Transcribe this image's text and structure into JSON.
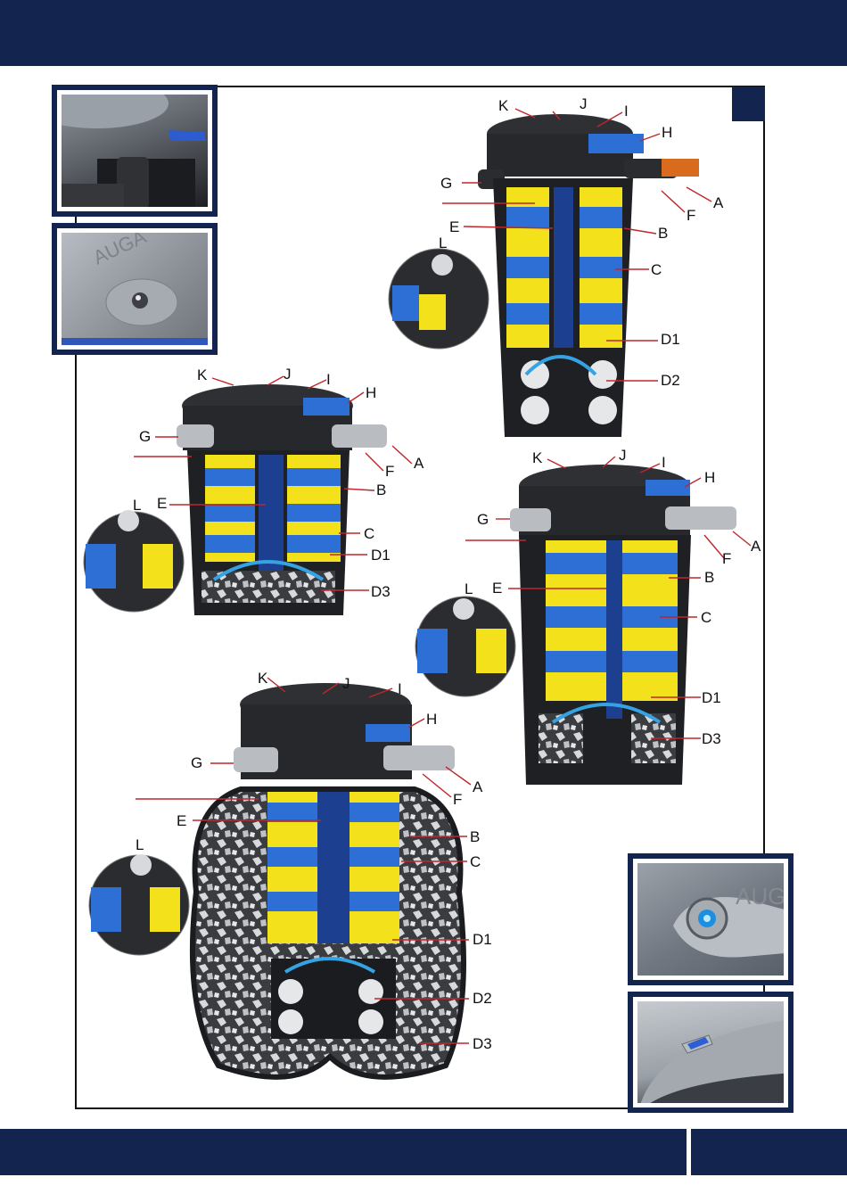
{
  "colors": {
    "navy": "#13244e",
    "filter_blue": "#2e6fd6",
    "filter_yellow": "#f3e21b",
    "body_dark": "#2a2c30",
    "arrow_blue": "#35a3e3",
    "leader_red": "#c0262c",
    "inlet_green": "#6e7a3b"
  },
  "filters": [
    {
      "callouts": [
        "K",
        "J",
        "I",
        "H",
        "G",
        "A",
        "F",
        "B",
        "E",
        "C",
        "L",
        "D1",
        "D2"
      ]
    },
    {
      "callouts": [
        "K",
        "J",
        "I",
        "H",
        "G",
        "A",
        "F",
        "B",
        "E",
        "C",
        "L",
        "D1",
        "D3"
      ]
    },
    {
      "callouts": [
        "K",
        "J",
        "I",
        "H",
        "G",
        "A",
        "F",
        "B",
        "E",
        "C",
        "L",
        "D1",
        "D3"
      ]
    },
    {
      "callouts": [
        "K",
        "J",
        "I",
        "H",
        "G",
        "A",
        "F",
        "B",
        "E",
        "C",
        "L",
        "D1",
        "D2",
        "D3"
      ]
    }
  ],
  "photos": {
    "top_left_1": {
      "icon": "lock-lever-photo"
    },
    "top_left_2": {
      "icon": "indicator-light-photo",
      "text": "AUGA"
    },
    "bottom_right_1": {
      "icon": "uv-button-photo",
      "text": "AUG"
    },
    "bottom_right_2": {
      "icon": "cleaning-lever-photo"
    }
  }
}
